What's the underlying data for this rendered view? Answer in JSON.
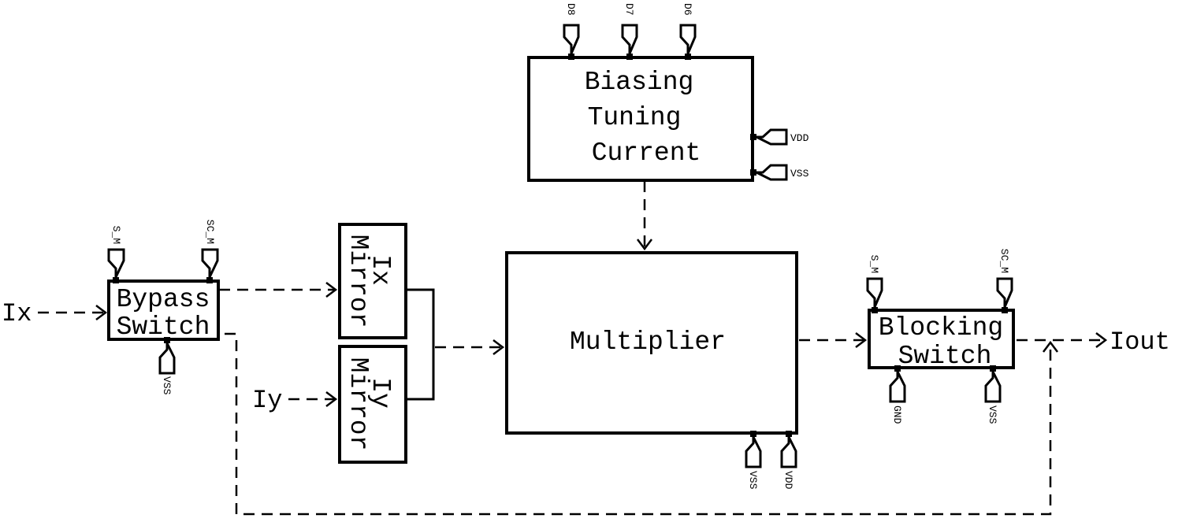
{
  "blocks": {
    "bypass": {
      "line1": "Bypass",
      "line2": "Switch"
    },
    "ix_mirror": {
      "line1": "Ix",
      "line2": "Mirror"
    },
    "iy_mirror": {
      "line1": "Iy",
      "line2": "Mirror"
    },
    "biasing": {
      "line1": "Biasing",
      "line2": "Tuning",
      "line3": "Current"
    },
    "multiplier": {
      "label": "Multiplier"
    },
    "blocking": {
      "line1": "Blocking",
      "line2": "Switch"
    }
  },
  "signals": {
    "ix": "Ix",
    "iy": "Iy",
    "iout": "Iout"
  },
  "pins": {
    "bypass_s_m": "S_M",
    "bypass_sc_m": "SC_M",
    "bypass_vss": "VSS",
    "bias_d8": "D8",
    "bias_d7": "D7",
    "bias_d6": "D6",
    "bias_vdd": "VDD",
    "bias_vss": "VSS",
    "mult_vss": "VSS",
    "mult_vdd": "VDD",
    "block_s_m": "S_M",
    "block_sc_m": "SC_M",
    "block_gnd": "GND",
    "block_vss": "VSS"
  }
}
